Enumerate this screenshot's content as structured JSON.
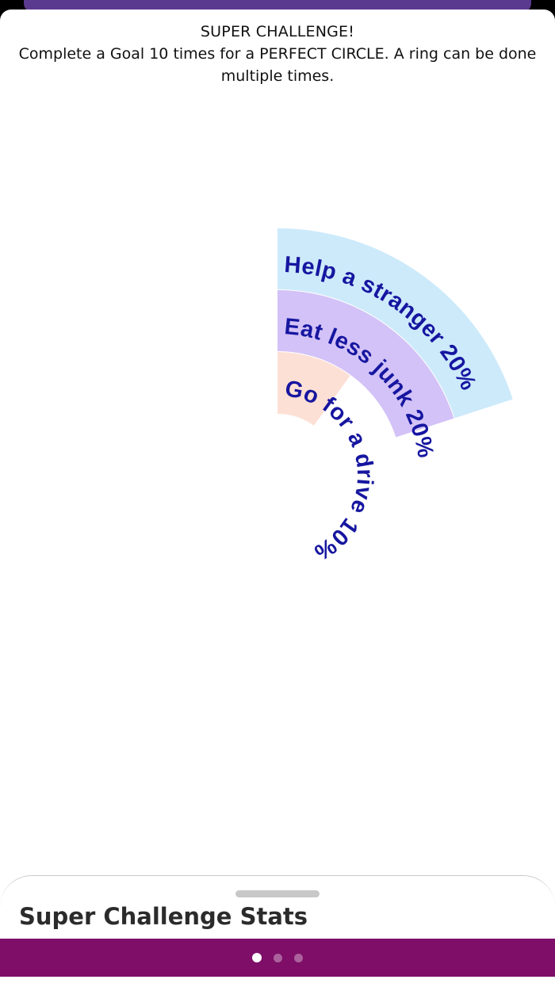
{
  "header": {
    "title": "SUPER CHALLENGE!",
    "description": "Complete a Goal 10 times for a PERFECT CIRCLE. A ring can be done multiple times."
  },
  "rings": [
    {
      "label": "Help a stranger 20%",
      "percent": 20,
      "color": "#cdeafb"
    },
    {
      "label": "Eat less junk 20%",
      "percent": 20,
      "color": "#d3c2f7"
    },
    {
      "label": "Go for a drive 10%",
      "percent": 10,
      "color": "#fde0d5"
    }
  ],
  "stats": {
    "title": "Super Challenge Stats"
  },
  "pager": {
    "pages": 3,
    "active": 0
  },
  "colors": {
    "label_text": "#1616a0",
    "top_tab": "#5a3a8e",
    "bottom_bar": "#7e0e68"
  }
}
